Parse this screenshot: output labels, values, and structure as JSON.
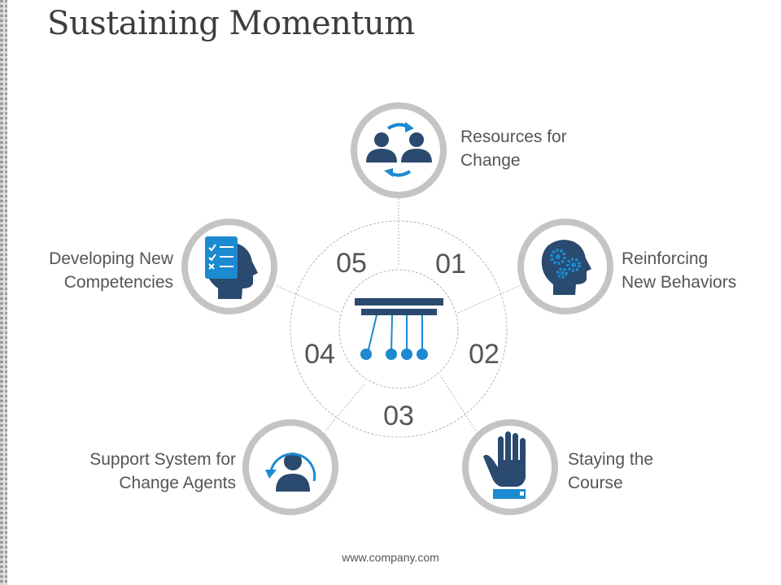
{
  "title": "Sustaining Momentum",
  "center": {
    "icon": "newtons-cradle-icon"
  },
  "segments": [
    {
      "number": "05"
    },
    {
      "number": "01"
    },
    {
      "number": "02"
    },
    {
      "number": "03"
    },
    {
      "number": "04"
    }
  ],
  "items": [
    {
      "id": "01",
      "lines": [
        "Resources for",
        "Change"
      ],
      "icon": "users-exchange-icon"
    },
    {
      "id": "02",
      "lines": [
        "Reinforcing",
        "New Behaviors"
      ],
      "icon": "head-gears-icon"
    },
    {
      "id": "03",
      "lines": [
        "Staying the",
        "Course"
      ],
      "icon": "raised-hand-icon"
    },
    {
      "id": "04",
      "lines": [
        "Support System for",
        "Change Agents"
      ],
      "icon": "user-refresh-icon"
    },
    {
      "id": "05",
      "lines": [
        "Developing New",
        "Competencies"
      ],
      "icon": "head-checklist-icon"
    }
  ],
  "footer": "www.company.com",
  "colors": {
    "navy": "#2a4a6f",
    "blue": "#1b8ad0",
    "ring": "#bdbdbd",
    "text": "#555555"
  }
}
